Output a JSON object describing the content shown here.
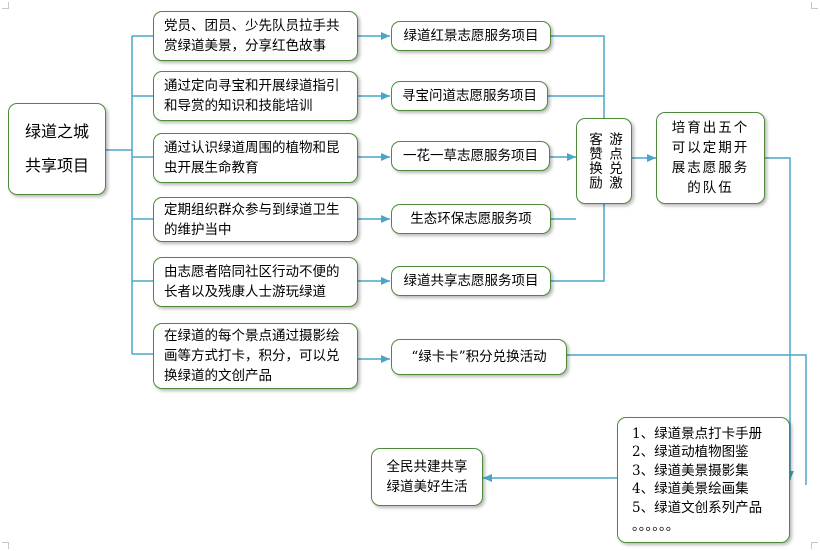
{
  "root": {
    "line1": "绿道之城",
    "line2": "共享项目"
  },
  "activities": [
    {
      "desc": "党员、团员、少先队员拉手共赏绿道美景，分享红色故事",
      "project": "绿道红景志愿服务项目"
    },
    {
      "desc": "通过定向寻宝和开展绿道指引和导赏的知识和技能培训",
      "project": "寻宝问道志愿服务项目"
    },
    {
      "desc": "通过认识绿道周围的植物和昆虫开展生命教育",
      "project": "一花一草志愿服务项目"
    },
    {
      "desc": "定期组织群众参与到绿道卫生的维护当中",
      "project": "生态环保志愿服务项"
    },
    {
      "desc": "由志愿者陪同社区行动不便的长者以及残康人士游玩绿道",
      "project": "绿道共享志愿服务项目"
    },
    {
      "desc": "在绿道的每个景点通过摄影绘画等方式打卡，积分，可以兑换绿道的文创产品",
      "project": "“绿卡卡”积分兑换活动"
    }
  ],
  "incentive": {
    "col_left": "游点兑激",
    "col_right": "客赞换励"
  },
  "team": "培育出五个可以定期开展志愿服务的队伍",
  "products": [
    "1、绿道景点打卡手册",
    "2、绿道动植物图鉴",
    "3、绿道美景摄影集",
    "4、绿道美景绘画集",
    "5、绿道文创系列产品",
    "。。。。。。"
  ],
  "goal": "全民共建共享绿道美好生活",
  "colors": {
    "box_border": "#4f8a3c",
    "connector": "#4aa6c8"
  }
}
